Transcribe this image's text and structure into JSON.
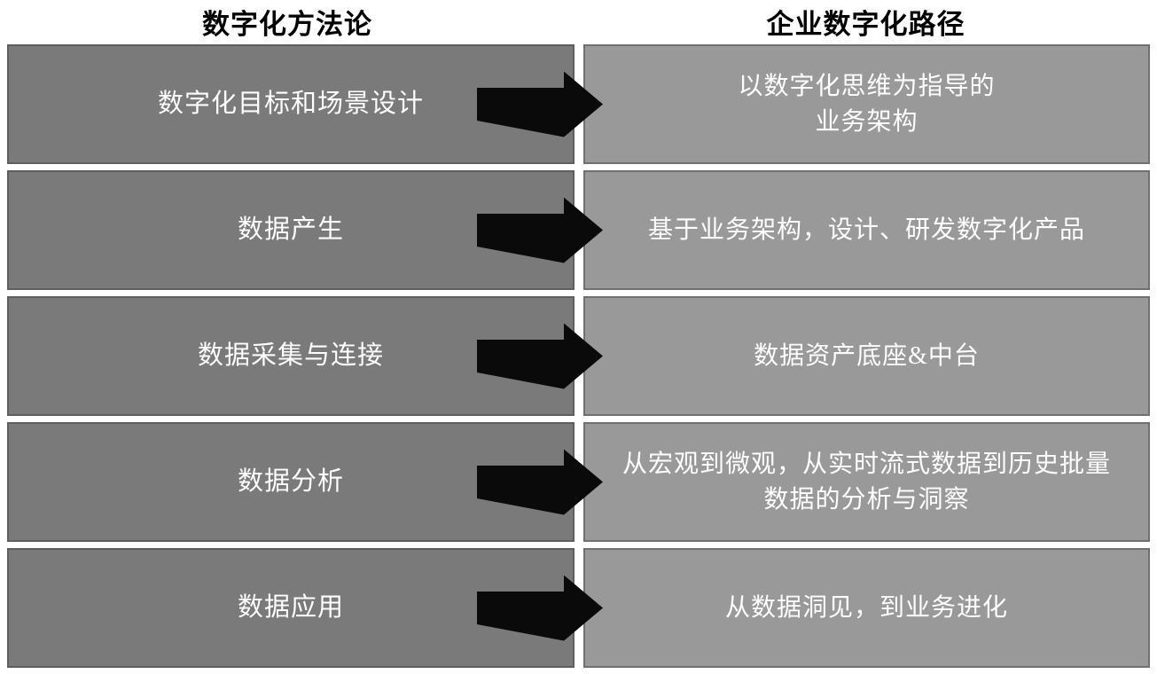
{
  "columns": {
    "left_header": "数字化方法论",
    "right_header": "企业数字化路径"
  },
  "colors": {
    "left_box_fill": "#7a7a7a",
    "left_box_border": "#5e5e5e",
    "right_box_fill": "#999999",
    "right_box_border": "#707070",
    "arrow_color": "#0a0a0a",
    "header_text": "#000000",
    "box_text": "#ffffff",
    "page_bg": "#ffffff"
  },
  "rows": [
    {
      "left": "数字化目标和场景设计",
      "right": "以数字化思维为指导的\n业务架构"
    },
    {
      "left": "数据产生",
      "right": "基于业务架构，设计、研发数字化产品"
    },
    {
      "left": "数据采集与连接",
      "right": "数据资产底座&中台"
    },
    {
      "left": "数据分析",
      "right": "从宏观到微观，从实时流式数据到历史批量\n数据的分析与洞察"
    },
    {
      "left": "数据应用",
      "right": "从数据洞见，到业务进化"
    }
  ]
}
